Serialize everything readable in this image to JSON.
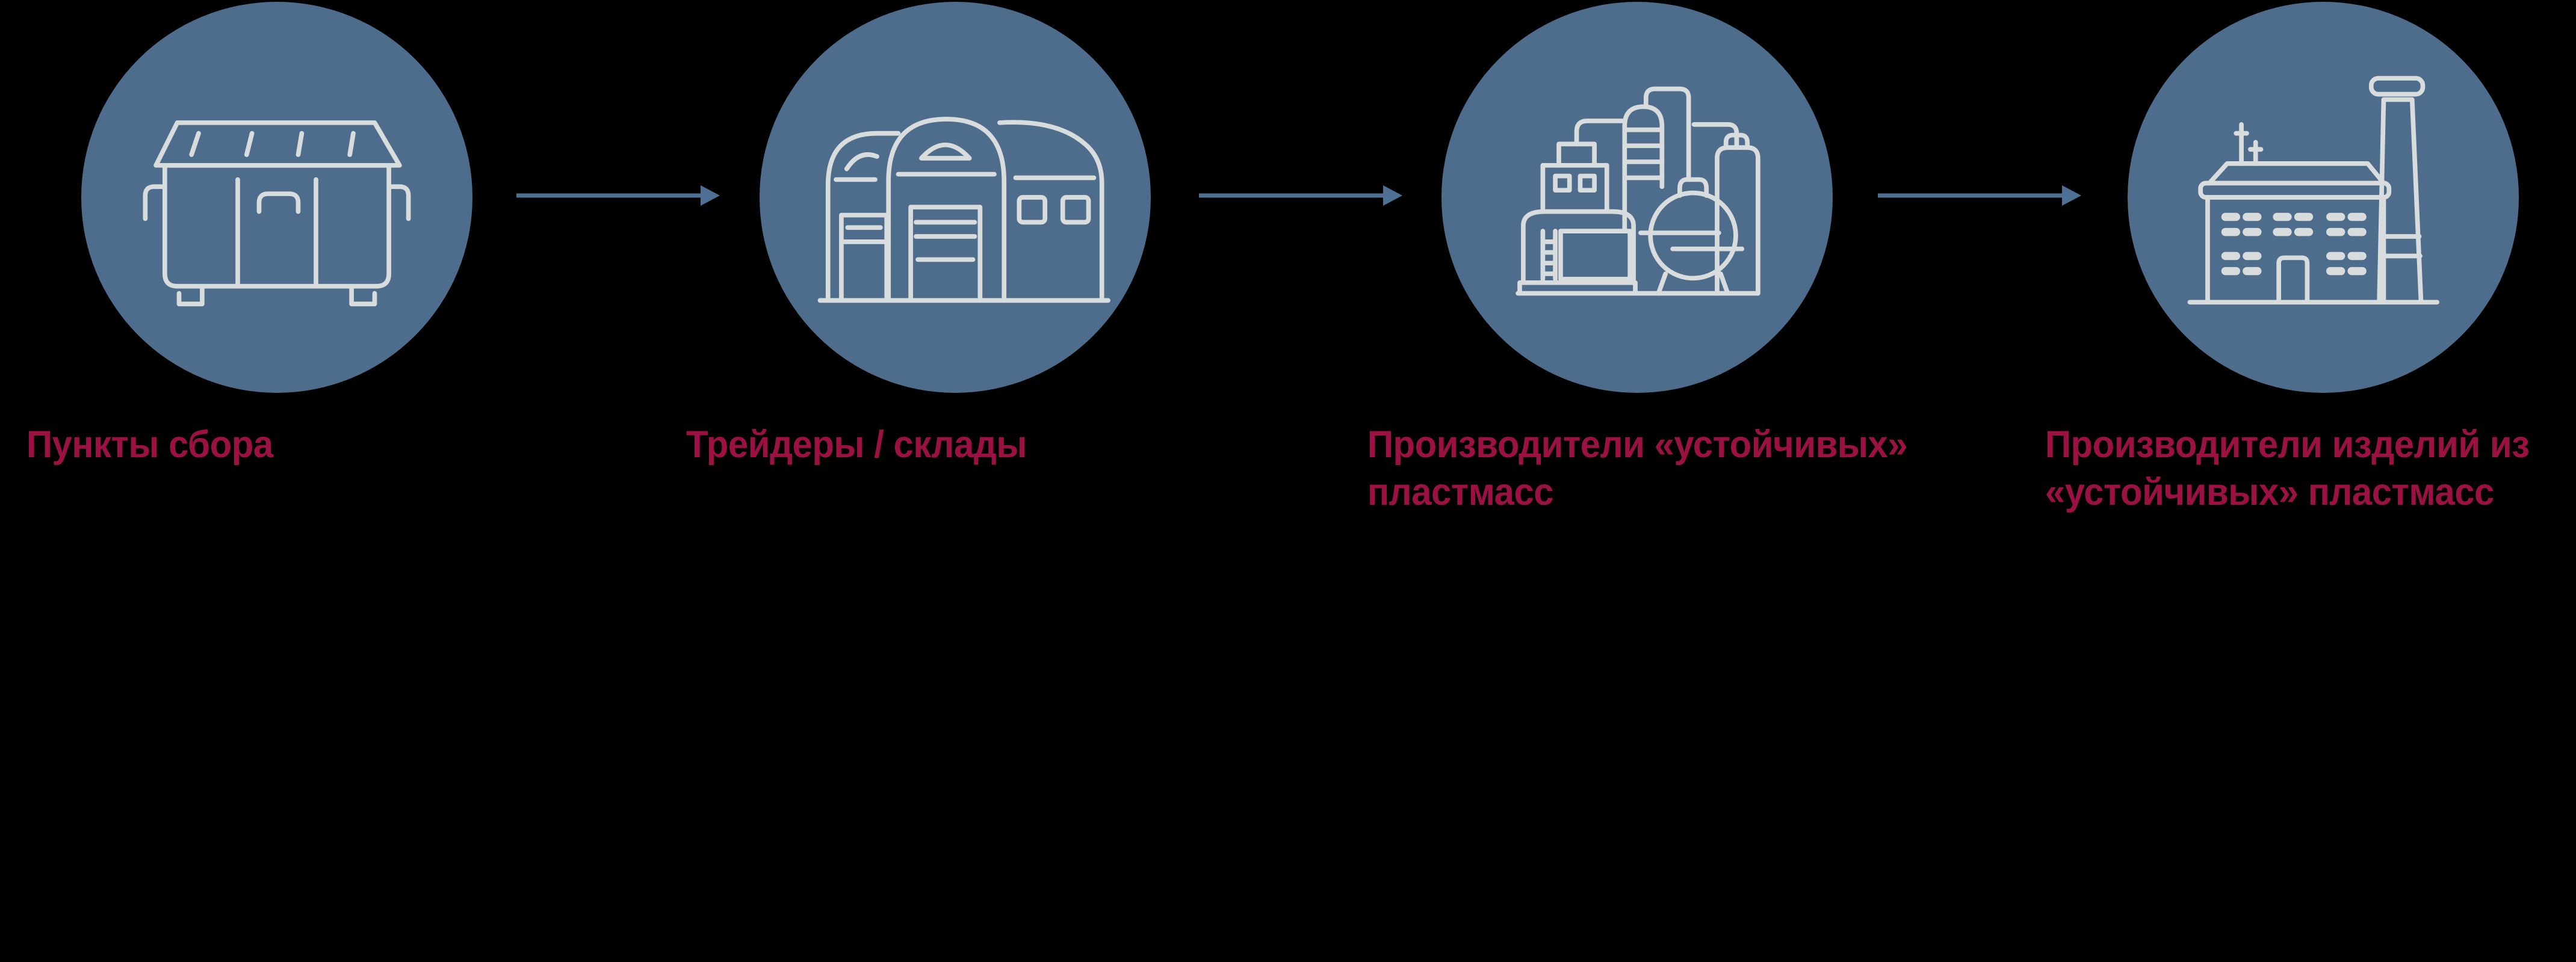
{
  "background_color": "#000000",
  "colors": {
    "circle_fill": "#4e6d8c",
    "icon_stroke": "#d8dcdd",
    "arrow": "#4f7095",
    "label_text": "#9c1143"
  },
  "flow": {
    "steps": [
      {
        "label": "Пункты сбора",
        "icon": "dumpster-icon"
      },
      {
        "label": "Трейдеры / склады",
        "icon": "warehouse-icon"
      },
      {
        "label": "Производители «устойчивых»\nпластмасс",
        "icon": "chemical-plant-icon"
      },
      {
        "label": "Производители изделий из\n«устойчивых» пластмасс",
        "icon": "factory-icon"
      }
    ],
    "connectors": [
      {
        "icon": "arrow-right-icon"
      },
      {
        "icon": "arrow-right-icon"
      },
      {
        "icon": "arrow-right-icon"
      }
    ]
  }
}
